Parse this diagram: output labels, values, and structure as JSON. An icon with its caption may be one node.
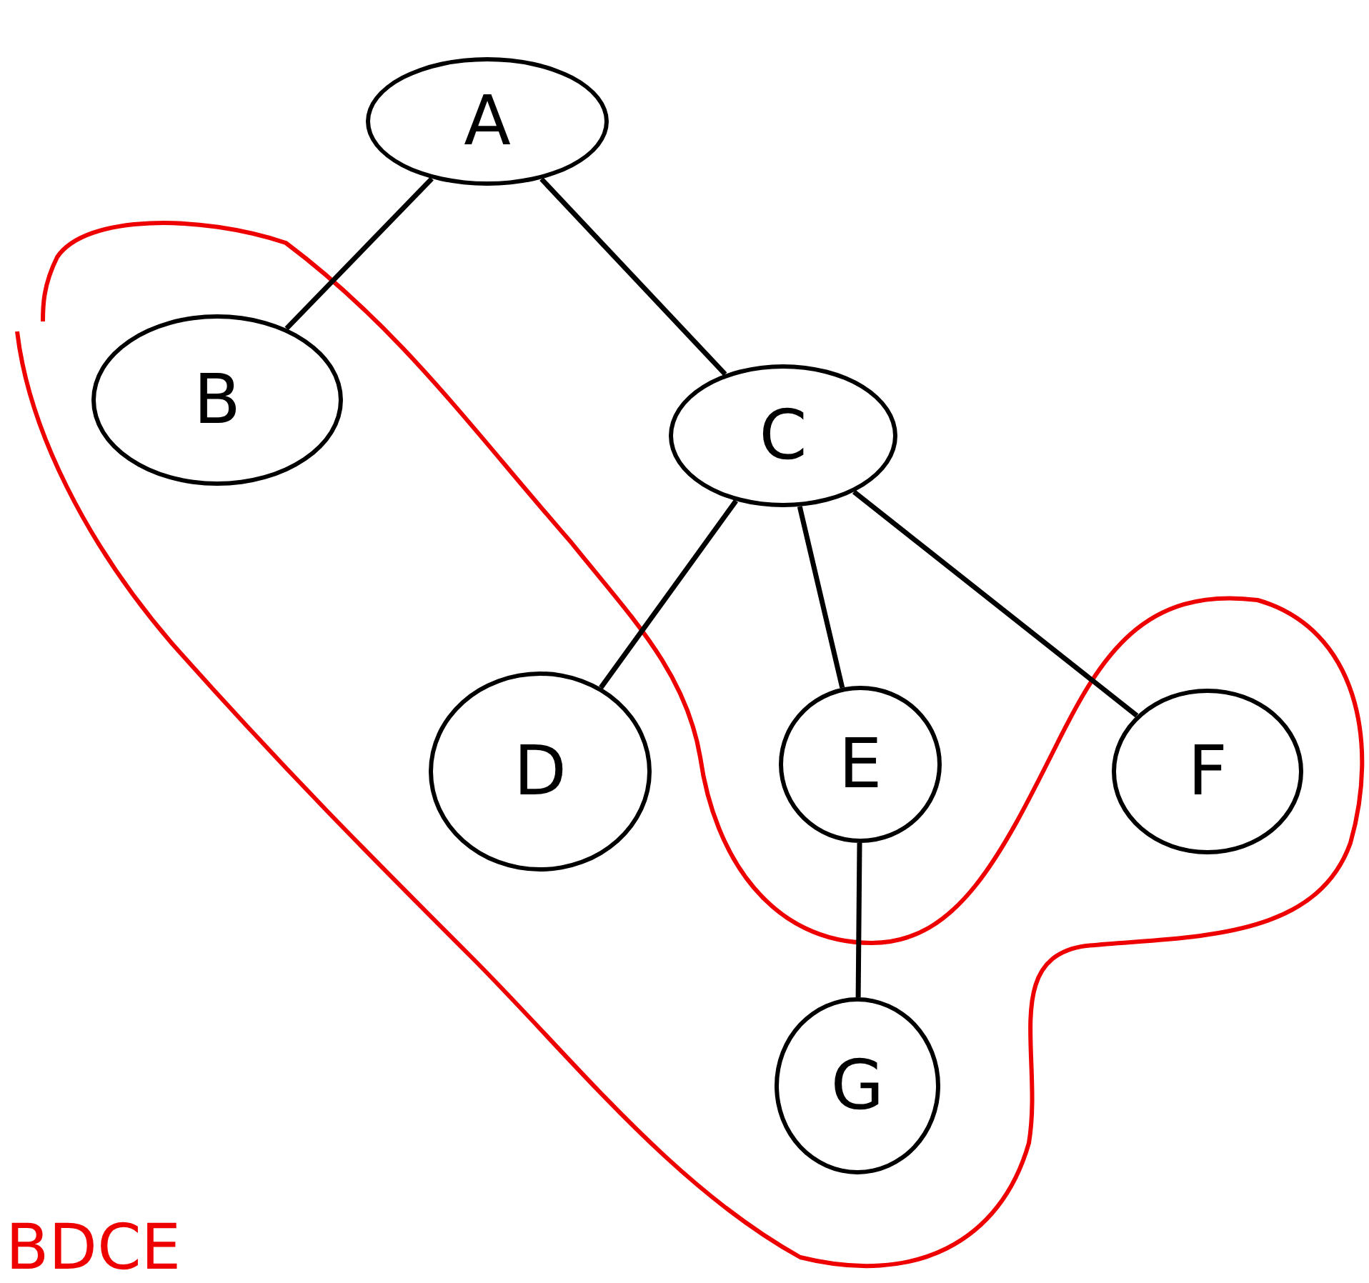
{
  "diagram": {
    "nodes": [
      {
        "text": [
          "A"
        ]
      },
      {
        "text": [
          "B"
        ]
      },
      {
        "text": [
          "C"
        ]
      },
      {
        "text": [
          "D"
        ]
      },
      {
        "text": [
          "E"
        ]
      },
      {
        "text": [
          "F"
        ]
      },
      {
        "text": [
          "G"
        ]
      }
    ],
    "edges": [
      {
        "from": 0,
        "to": 1,
        "arrow": "none"
      },
      {
        "from": 0,
        "to": 2,
        "arrow": "none"
      },
      {
        "from": 2,
        "to": 3,
        "arrow": "none"
      },
      {
        "from": 2,
        "to": 4,
        "arrow": "none"
      },
      {
        "from": 2,
        "to": 5,
        "arrow": "none"
      },
      {
        "from": 4,
        "to": 6,
        "arrow": "none"
      }
    ],
    "labels": [
      "BDCE"
    ]
  }
}
